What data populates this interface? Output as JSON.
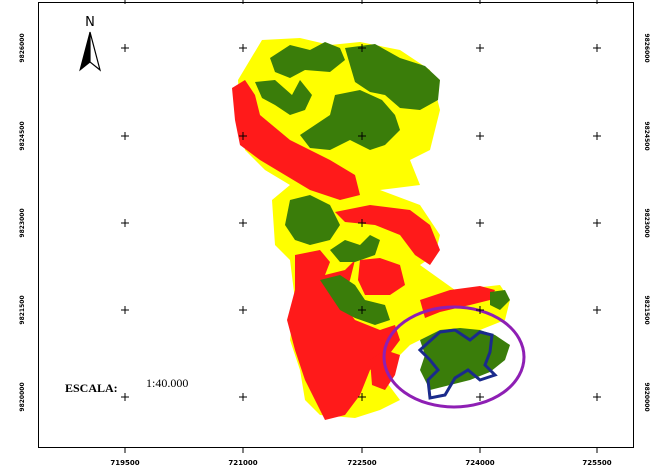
{
  "north": {
    "label": "N"
  },
  "scale": {
    "label": "ESCALA:",
    "value": "1:40.000"
  },
  "x_ticks": [
    "719500",
    "721000",
    "722500",
    "724000",
    "725500"
  ],
  "y_ticks_left": [
    "9826000",
    "9824500",
    "9823000",
    "9821500",
    "9820000"
  ],
  "y_ticks_right": [
    "9826000",
    "9824500",
    "9823000",
    "9821500",
    "9820000"
  ],
  "colors": {
    "high": "#ff1a1a",
    "medium": "#ffff00",
    "low": "#3a7d0a",
    "highlight_circle": "#8e1fb4",
    "highlight_outline": "#1a2a8c"
  }
}
